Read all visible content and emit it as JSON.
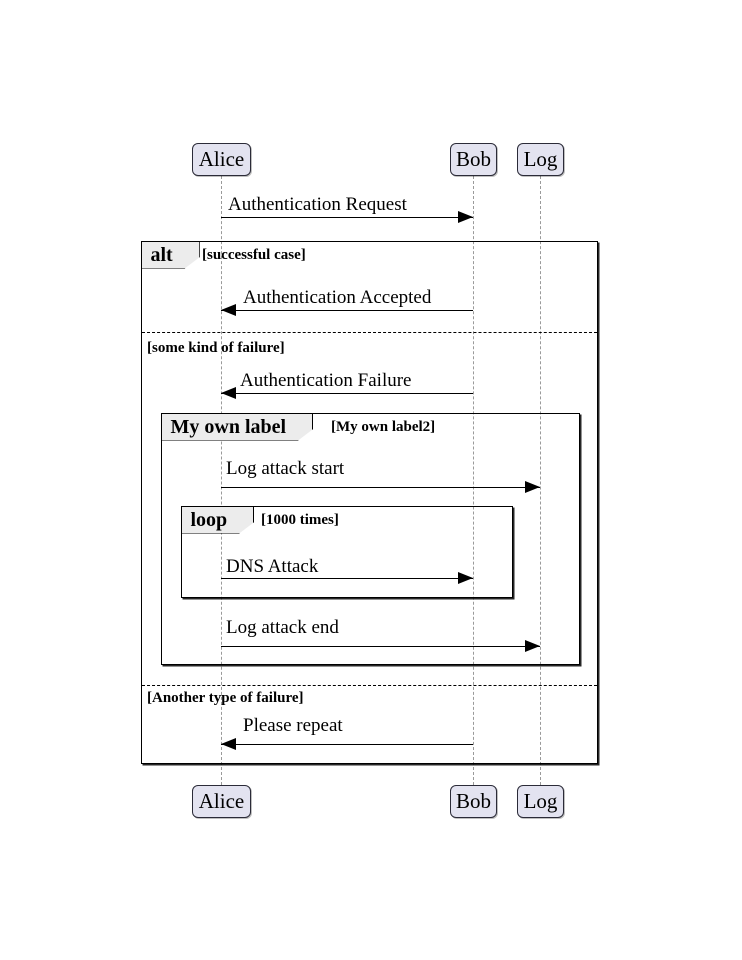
{
  "diagram": {
    "type": "uml-sequence-diagram",
    "participants": [
      {
        "name": "Alice",
        "label": "Alice"
      },
      {
        "name": "Bob",
        "label": "Bob"
      },
      {
        "name": "Log",
        "label": "Log"
      }
    ],
    "colors": {
      "participant_fill": "#e3e3f0",
      "participant_stroke": "#2b2b38",
      "fragment_tab_fill": "#ececec",
      "fragment_stroke": "#000000",
      "lifeline_stroke": "#9a9a9a",
      "message_stroke": "#000000",
      "background": "#ffffff"
    },
    "messages": [
      {
        "name": "authentication-request",
        "label": "Authentication Request",
        "from": "Alice",
        "to": "Bob",
        "direction": "right"
      },
      {
        "name": "authentication-accepted",
        "label": "Authentication Accepted",
        "from": "Bob",
        "to": "Alice",
        "direction": "left"
      },
      {
        "name": "authentication-failure",
        "label": "Authentication Failure",
        "from": "Bob",
        "to": "Alice",
        "direction": "left"
      },
      {
        "name": "log-attack-start",
        "label": "Log attack start",
        "from": "Alice",
        "to": "Log",
        "direction": "right"
      },
      {
        "name": "dns-attack",
        "label": "DNS Attack",
        "from": "Alice",
        "to": "Bob",
        "direction": "right"
      },
      {
        "name": "log-attack-end",
        "label": "Log attack end",
        "from": "Alice",
        "to": "Log",
        "direction": "right"
      },
      {
        "name": "please-repeat",
        "label": "Please repeat",
        "from": "Bob",
        "to": "Alice",
        "direction": "left"
      }
    ],
    "fragments": [
      {
        "name": "alt-fragment",
        "operator": "alt",
        "guards": [
          "[successful case]",
          "[some kind of failure]",
          "[Another type of failure]"
        ]
      },
      {
        "name": "my-own-label-fragment",
        "operator": "My own label",
        "guards": [
          "[My own label2]"
        ]
      },
      {
        "name": "loop-fragment",
        "operator": "loop",
        "guards": [
          "[1000 times]"
        ]
      }
    ]
  }
}
